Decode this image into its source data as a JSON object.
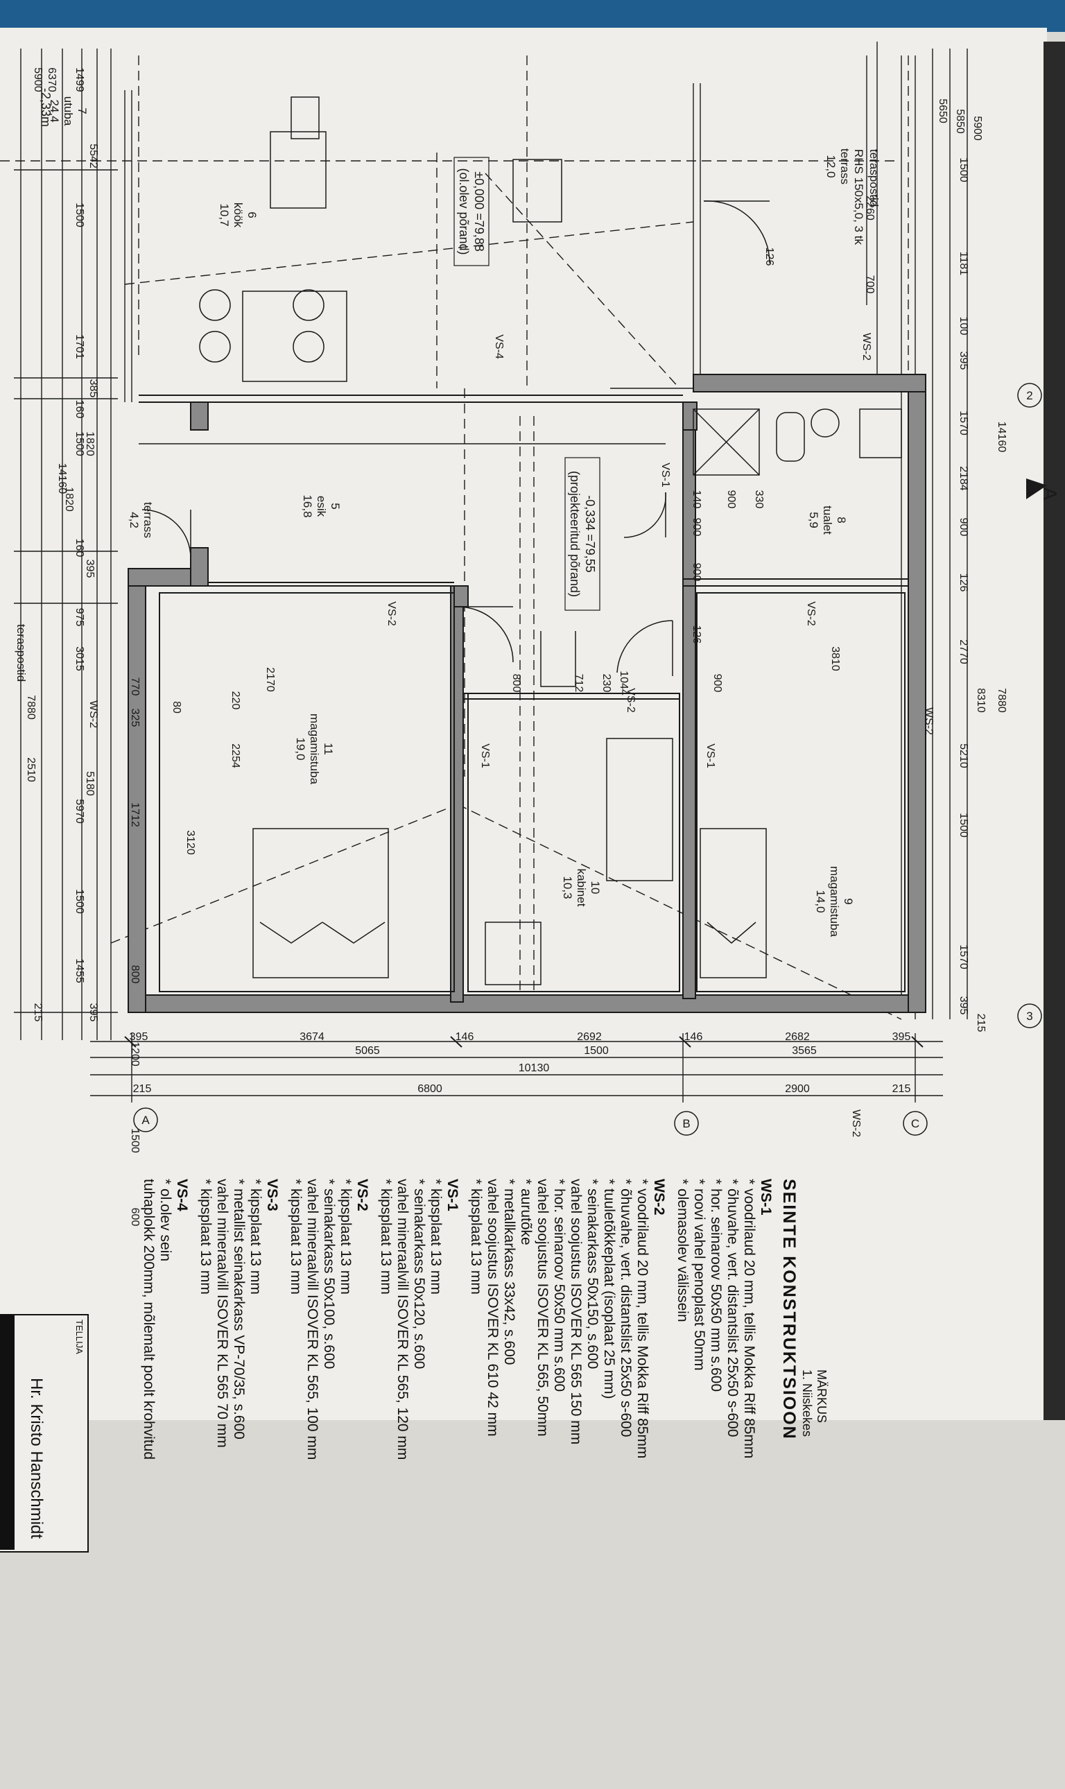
{
  "plan": {
    "north_marker": "A",
    "grid": {
      "col_2": "2",
      "col_3": "3",
      "row_a": "A",
      "row_b": "B",
      "row_c": "C"
    },
    "rooms": [
      {
        "id": "room-terrass-north",
        "num": "",
        "name": "terrass",
        "area": "12,0"
      },
      {
        "id": "room-kook",
        "num": "6",
        "name": "köök",
        "area": "10,7"
      },
      {
        "id": "room-7",
        "num": "7",
        "name": "utuba",
        "area": "24,4"
      },
      {
        "id": "room-esik",
        "num": "5",
        "name": "esik",
        "area": "16,8"
      },
      {
        "id": "room-tualet",
        "num": "8",
        "name": "tualet",
        "area": "5,9"
      },
      {
        "id": "room-magamistuba-9",
        "num": "9",
        "name": "magamistuba",
        "area": "14,0"
      },
      {
        "id": "room-kabinet",
        "num": "10",
        "name": "kabinet",
        "area": "10,3"
      },
      {
        "id": "room-magamistuba-11",
        "num": "11",
        "name": "magamistuba",
        "area": "19,0"
      },
      {
        "id": "room-terrass-small",
        "num": "",
        "name": "terrass",
        "area": "4,2"
      }
    ],
    "level_existing": "±0,000 =79,88",
    "level_existing_sub": "(ol.olev põrand)",
    "level_projected": "-0,334 =79,55",
    "level_projected_sub": "(projekteeritud põrand)",
    "level_outside": "-2,33m",
    "post_note_1": "teraspostid",
    "post_note_2": "RHS 150x5,0, 3 tk",
    "post_note_3": "teraspostid",
    "dims_top": [
      "5900",
      "5850",
      "5650",
      "1500",
      "1181",
      "100",
      "395",
      "1570",
      "2184",
      "900",
      "126",
      "2770",
      "8310",
      "5210",
      "1500",
      "1570",
      "395",
      "215",
      "14160",
      "7880",
      "2260",
      "700"
    ],
    "dims_bottom": [
      "5900",
      "6370",
      "1499",
      "5542",
      "1500",
      "1701",
      "385",
      "160",
      "1820",
      "1500",
      "14160",
      "1820",
      "160",
      "395",
      "975",
      "3015",
      "5180",
      "5970",
      "1500",
      "1455",
      "395",
      "215",
      "2510",
      "7880",
      "770",
      "325",
      "1712",
      "800",
      "1200",
      "1500",
      "600",
      "3120",
      "2254",
      "220",
      "80",
      "2170"
    ],
    "dims_interior": [
      "800",
      "712",
      "1044",
      "330",
      "900",
      "140",
      "900",
      "900",
      "126",
      "230",
      "900",
      "3810",
      "126"
    ],
    "dims_right": [
      "395",
      "3674",
      "5065",
      "146",
      "2692",
      "1500",
      "10130",
      "146",
      "2682",
      "3565",
      "395",
      "215",
      "6800",
      "2900",
      "215"
    ],
    "wall_tags": [
      "WS-2",
      "VS-4",
      "VS-1",
      "VS-2",
      "VS-2",
      "VS-2",
      "VS-1",
      "VS-1",
      "WS-2",
      "WS-2",
      "WS-2"
    ]
  },
  "legend": {
    "title": "SEINTE KONSTRUKTSIOON",
    "ws1_title": "WS-1",
    "ws1": [
      "* voodrilaud 20 mm, tellis Mokka Riff 85mm",
      "* õhuvahe, vert. distantslist 25x50 s-600",
      "* hor. seinaroov 50x50 mm s.600",
      "* roovi vahel penoplast 50mm",
      "* olemasolev välissein"
    ],
    "ws2_title": "WS-2",
    "ws2": [
      "* voodrilaud 20 mm, tellis Mokka Riff 85mm",
      "* õhuvahe, vert. distantslist 25x50 s-600",
      "* tuuletõkkeplaat (isoplaat 25 mm)",
      "* seinakarkass 50x150, s.600",
      "  vahel soojustus ISOVER KL 565 150 mm",
      "* hor. seinaroov 50x50 mm s.600",
      "  vahel soojustus ISOVER KL 565, 50mm",
      "* aurutõke",
      "* metallkarkass 33x42, s.600",
      "  vahel soojustus ISOVER KL 610 42 mm",
      "* kipsplaat 13 mm"
    ],
    "vs1_title": "VS-1",
    "vs1": [
      "* kipsplaat 13 mm",
      "* seinakarkass 50x120, s.600",
      "  vahel mineraalvill ISOVER KL 565, 120 mm",
      "* kipsplaat 13 mm"
    ],
    "vs2_title": "VS-2",
    "vs2": [
      "* kipsplaat 13 mm",
      "* seinakarkass 50x100, s.600",
      "  vahel mineraalvill ISOVER KL 565, 100 mm",
      "* kipsplaat 13 mm"
    ],
    "vs3_title": "VS-3",
    "vs3": [
      "* kipsplaat 13 mm",
      "* metallist seinakarkass VP-70/35, s.600",
      "  vahel mineraalvill ISOVER KL 565 70 mm",
      "* kipsplaat 13 mm"
    ],
    "vs4_title": "VS-4",
    "vs4": [
      "* ol.olev sein",
      "  tuhaplokk 200mm, mõlemalt poolt krohvitud"
    ]
  },
  "title_block": {
    "label": "TELLIJA",
    "client": "Hr. Kristo Hanschmidt"
  },
  "remarks": {
    "title": "MÄRKUS",
    "line1": "1. Niiskekes"
  },
  "colors": {
    "ink": "#1a1a1a",
    "paper": "#efeeea",
    "wall_fill": "#8a8a8a",
    "blue_band": "#1f5d8e"
  }
}
